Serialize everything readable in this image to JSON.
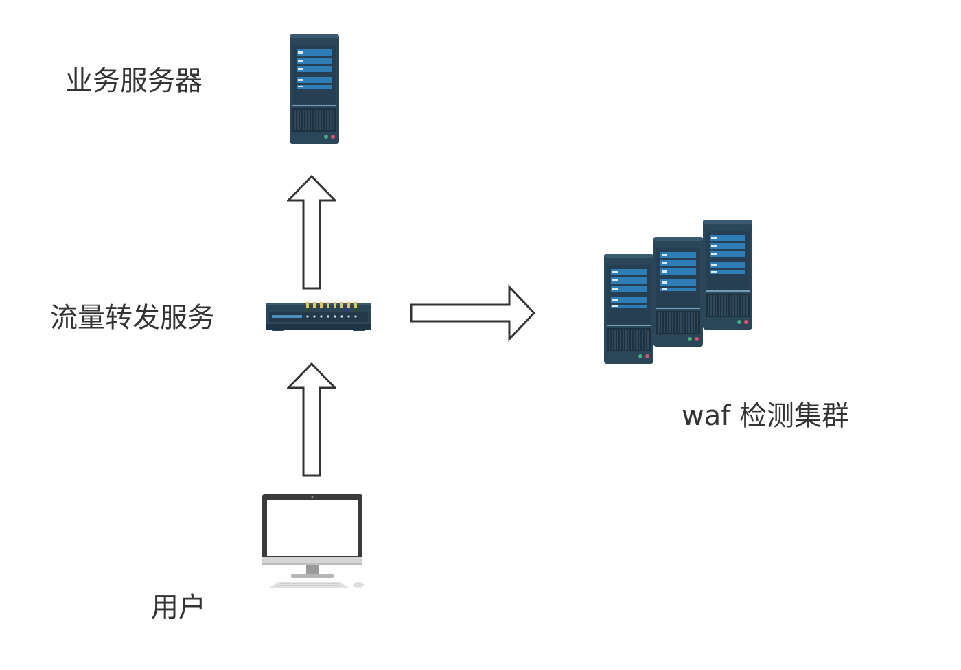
{
  "nodes": {
    "business_server": {
      "label": "业务服务器",
      "icon": "server-tower-icon"
    },
    "traffic_forwarding": {
      "label": "流量转发服务",
      "icon": "network-switch-icon"
    },
    "waf_cluster": {
      "label": "waf 检测集群",
      "icon": "server-cluster-icon"
    },
    "user": {
      "label": "用户",
      "icon": "desktop-computer-icon"
    }
  },
  "edges": [
    {
      "from": "用户",
      "to": "流量转发服务",
      "direction": "up"
    },
    {
      "from": "流量转发服务",
      "to": "业务服务器",
      "direction": "up"
    },
    {
      "from": "流量转发服务",
      "to": "waf 检测集群",
      "direction": "right"
    }
  ],
  "colors": {
    "server_body": "#2d4a5e",
    "server_panel": "#2e7db5",
    "arrow_stroke": "#333333",
    "text": "#333333"
  }
}
